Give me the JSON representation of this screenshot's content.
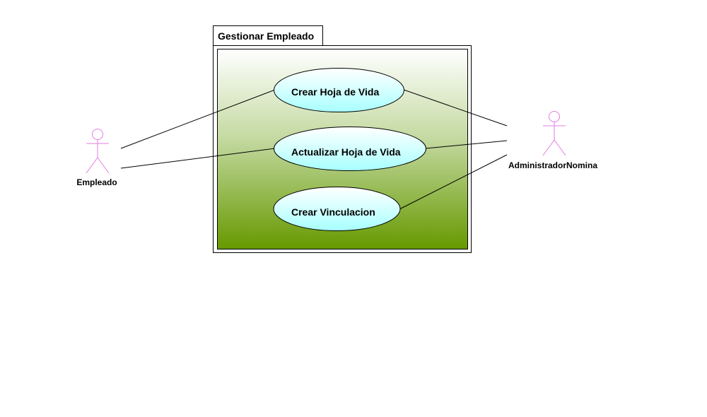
{
  "package": {
    "title": "Gestionar Empleado"
  },
  "use_cases": [
    {
      "label": "Crear Hoja de Vida"
    },
    {
      "label": "Actualizar Hoja de Vida"
    },
    {
      "label": "Crear Vinculacion"
    }
  ],
  "actors": [
    {
      "label": "Empleado"
    },
    {
      "label": "AdministradorNomina"
    }
  ],
  "colors": {
    "actor_stroke": "#e07ee0",
    "use_case_fill_top": "#ffffff",
    "use_case_fill_bottom": "#a8ffff",
    "package_gradient_top": "#ffffff",
    "package_gradient_bottom": "#669900",
    "line": "#000000"
  }
}
